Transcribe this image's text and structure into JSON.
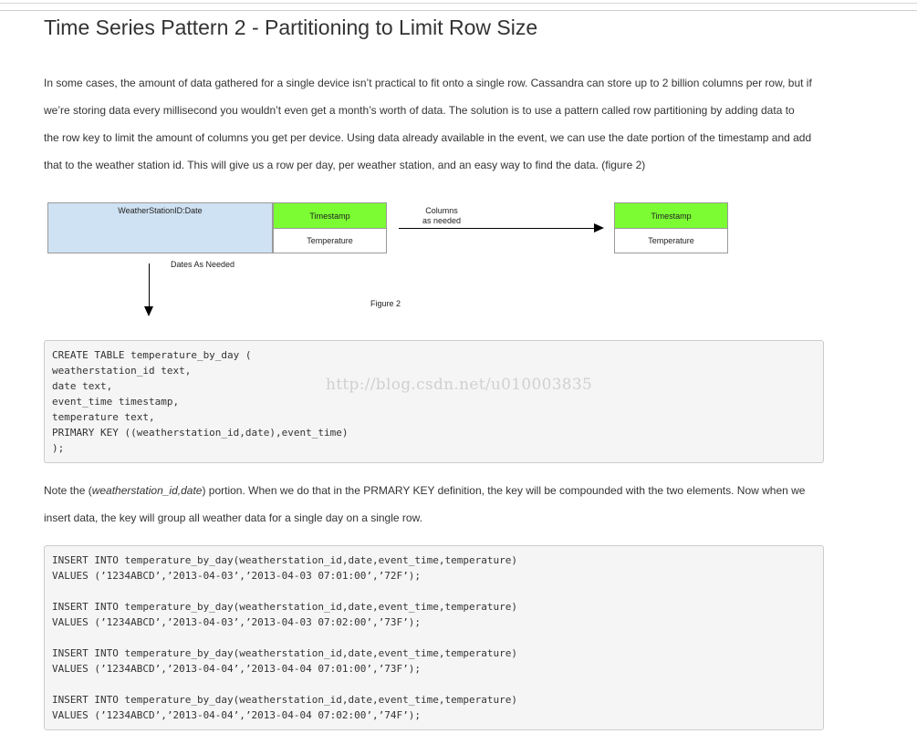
{
  "article": {
    "title": "Time Series Pattern 2 - Partitioning to Limit Row Size",
    "intro_lines": [
      "In some cases, the amount of data gathered for a single device isn’t practical to fit onto a single row. Cassandra can store up to 2 billion columns per row, but if",
      "we’re storing data every millisecond you wouldn’t even get a month’s worth of data. The solution is to use a pattern called row partitioning by adding data to",
      "the row key to limit the amount of columns you get per device. Using data already available in the event, we can use the date portion of the timestamp and add",
      "that to the weather station id. This will give us a row per day, per weather station, and an easy way to find the data. (figure 2)"
    ],
    "figure": {
      "row_key_label": "WeatherStationID:Date",
      "col1_header": "Timestamp",
      "col1_value": "Temperature",
      "columns_label_line1": "Columns",
      "columns_label_line2": "as needed",
      "col2_header": "Timestamp",
      "col2_value": "Temperature",
      "dates_label": "Dates As Needed",
      "caption": "Figure 2",
      "header_color": "#7cfc33",
      "key_color": "#cfe2f3"
    },
    "create_table_lines": [
      "CREATE TABLE temperature_by_day (",
      "weatherstation_id text,",
      "date text,",
      "event_time timestamp,",
      "temperature text,",
      "PRIMARY KEY ((weatherstation_id,date),event_time)",
      ");"
    ],
    "watermark": "http://blog.csdn.net/u010003835",
    "note": {
      "before_em": "Note the (",
      "em": "weatherstation_id,date",
      "after_em": ") portion. When we do that in the PRMARY KEY definition, the key will be compounded with the two elements. Now when we",
      "line2": "insert data, the key will group all weather data for a single day on a single row."
    },
    "insert_statements": [
      {
        "line1": "INSERT INTO temperature_by_day(weatherstation_id,date,event_time,temperature)",
        "line2": "VALUES (’1234ABCD’,’2013-04-03’,’2013-04-03 07:01:00’,’72F’);"
      },
      {
        "line1": "INSERT INTO temperature_by_day(weatherstation_id,date,event_time,temperature)",
        "line2": "VALUES (’1234ABCD’,’2013-04-03’,’2013-04-03 07:02:00’,’73F’);"
      },
      {
        "line1": "INSERT INTO temperature_by_day(weatherstation_id,date,event_time,temperature)",
        "line2": "VALUES (’1234ABCD’,’2013-04-04’,’2013-04-04 07:01:00’,’73F’);"
      },
      {
        "line1": "INSERT INTO temperature_by_day(weatherstation_id,date,event_time,temperature)",
        "line2": "VALUES (’1234ABCD’,’2013-04-04’,’2013-04-04 07:02:00’,’74F’);"
      }
    ]
  }
}
